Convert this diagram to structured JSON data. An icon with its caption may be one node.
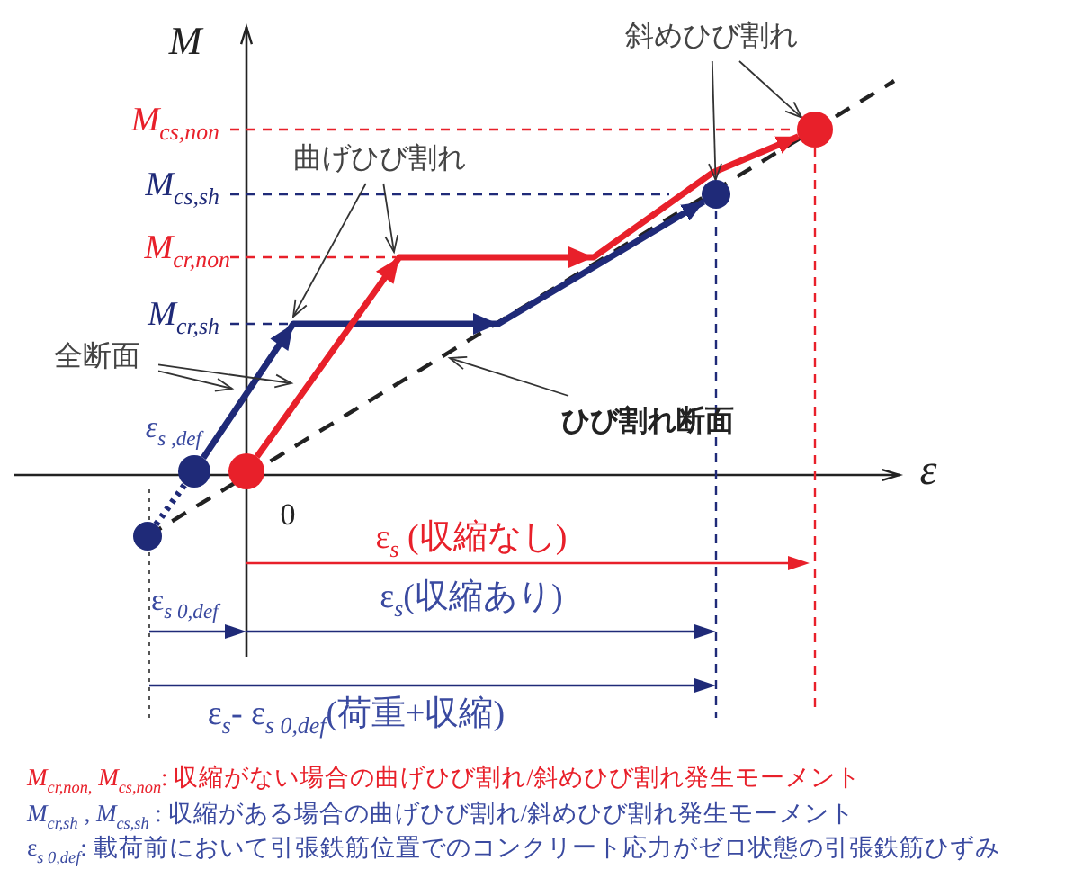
{
  "diagram": {
    "nodes": [
      {
        "text": [
          "斜めひび割れ"
        ]
      },
      {
        "text": [
          "曲げひび割れ"
        ]
      },
      {
        "text": [
          "全断面"
        ]
      },
      {
        "text": [
          "ひび割れ断面"
        ]
      },
      {
        "text": [],
        "shape": "circle"
      },
      {
        "text": [],
        "shape": "circle"
      },
      {
        "text": [],
        "shape": "circle"
      },
      {
        "text": [],
        "shape": "circle"
      },
      {
        "text": [],
        "shape": "circle"
      }
    ],
    "edges": [
      {
        "from": 4,
        "to": 7,
        "arrow": "to",
        "style": "thick",
        "color": "#1f2a78"
      },
      {
        "from": 5,
        "to": 8,
        "arrow": "to",
        "style": "thick",
        "color": "#e8202a"
      },
      {
        "from": 6,
        "to": 4,
        "arrow": "none",
        "style": "dashed",
        "color": "#1f2a78"
      },
      {
        "from": 0,
        "to": 7,
        "arrow": "to"
      },
      {
        "from": 0,
        "to": 8,
        "arrow": "to"
      },
      {
        "from": 1,
        "to": null,
        "arrow": "to"
      },
      {
        "from": 1,
        "to": null,
        "arrow": "to"
      },
      {
        "from": 2,
        "to": null,
        "arrow": "to"
      },
      {
        "from": 2,
        "to": null,
        "arrow": "to"
      },
      {
        "from": 3,
        "to": null,
        "arrow": "to"
      }
    ],
    "labels": [
      "M",
      "ε",
      "0",
      "M$_{cs,non}$",
      "M$_{cs,sh}$",
      "M$_{cr,non}$",
      "M$_{cr,sh}$",
      "ε$_{s ,def}$",
      "ε$_{s}$ (収縮なし)",
      "ε$_{s 0,def}$",
      "ε$_{s}$(収縮あり)",
      "ε$_{s}$- ε$_{s 0,def}$(荷重+収縮)",
      "*M*$_{cr,non,}$ *M*$_{cs,non}$: 収縮がない場合の曲げひび割れ/斜めひび割れ発生モーメント",
      "*M*$_{cr,sh}$ , *M*$_{cs,sh}$ : 収縮がある場合の曲げひび割れ/斜めひび割れ発生モーメント",
      "ε$_{s 0,def}$: 載荷前において引張鉄筋位置でのコンクリート応力がゼロ状態の引張鉄筋ひずみ"
    ]
  }
}
